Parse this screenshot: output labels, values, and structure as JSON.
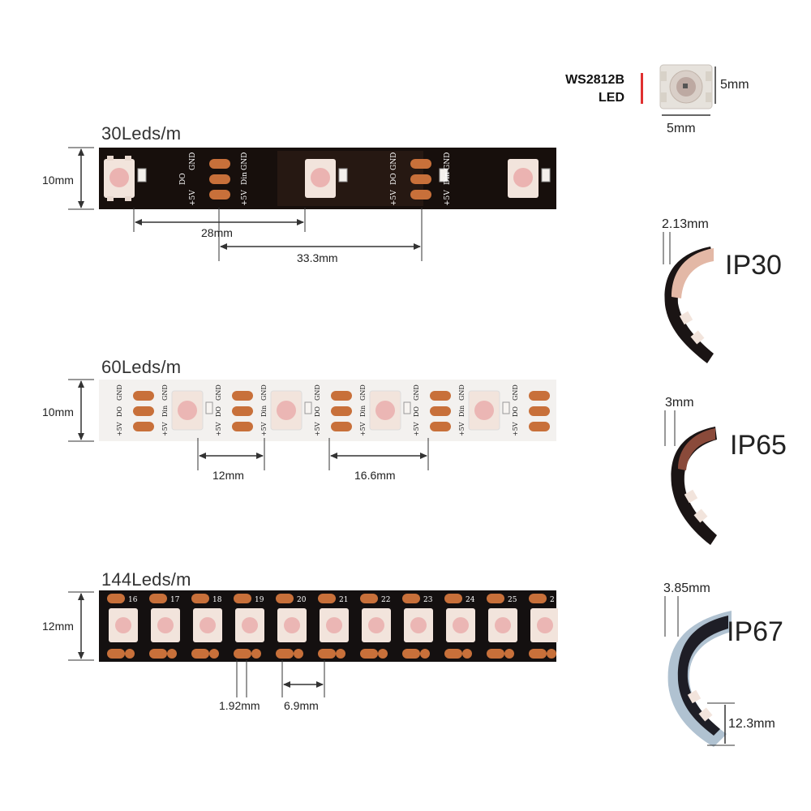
{
  "colors": {
    "pcb_black": "#141010",
    "pcb_brown": "#2a1a14",
    "pcb_white": "#f3f1ef",
    "pad_copper": "#c8703a",
    "led_body": "#f2e4dc",
    "led_core": "#e8a3a3",
    "legend_red": "#e03030"
  },
  "led_spec": {
    "model": "WS2812B",
    "type": "LED",
    "height": "5mm",
    "width": "5mm"
  },
  "strips": [
    {
      "title": "30Leds/m",
      "height": "10mm",
      "pitch_inner": "28mm",
      "pitch": "33.3mm",
      "pad_labels": [
        "+5V",
        "DO",
        "GND",
        "+5V",
        "Din",
        "GND"
      ]
    },
    {
      "title": "60Leds/m",
      "height": "10mm",
      "pitch_inner": "12mm",
      "pitch": "16.6mm",
      "pad_labels": [
        "+5V",
        "DO",
        "GND",
        "+5V",
        "Din",
        "GND"
      ]
    },
    {
      "title": "144Leds/m",
      "height": "12mm",
      "pad_width": "1.92mm",
      "pitch": "6.9mm",
      "led_numbers": [
        "16",
        "17",
        "18",
        "19",
        "20",
        "21",
        "22",
        "23",
        "24",
        "25",
        "2"
      ]
    }
  ],
  "ip_ratings": [
    {
      "rating": "IP30",
      "thickness": "2.13mm"
    },
    {
      "rating": "IP65",
      "thickness": "3mm"
    },
    {
      "rating": "IP67",
      "thickness": "3.85mm",
      "width": "12.3mm"
    }
  ]
}
